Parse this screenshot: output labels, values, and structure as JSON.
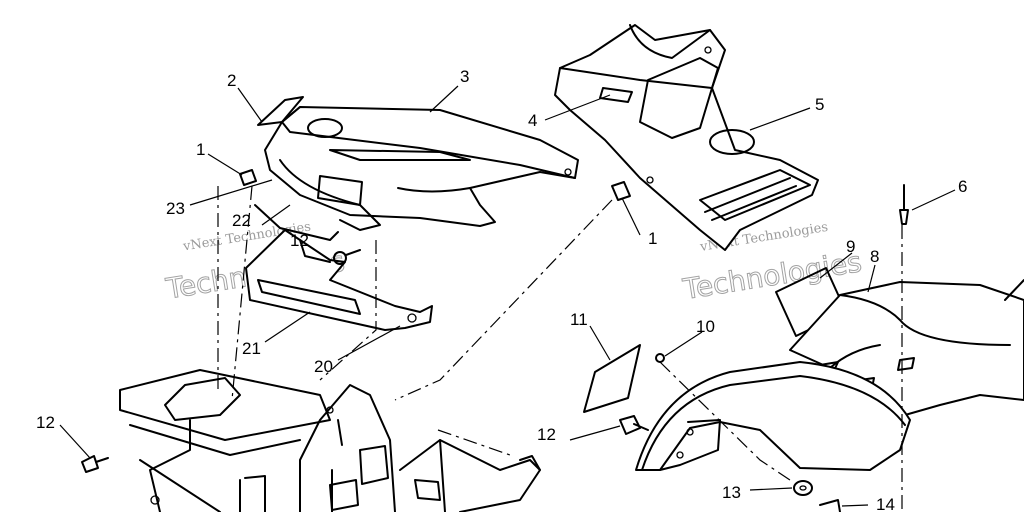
{
  "callouts": {
    "c1a": "1",
    "c2": "2",
    "c3": "3",
    "c4": "4",
    "c5": "5",
    "c23": "23",
    "c22": "22",
    "c12a": "12",
    "c1b": "1",
    "c6": "6",
    "c9": "9",
    "c8": "8",
    "c21": "21",
    "c20": "20",
    "c11": "11",
    "c10": "10",
    "c12b": "12",
    "c12c": "12",
    "c13": "13",
    "c14": "14"
  },
  "watermarks": {
    "small": "vNext Technologies",
    "big": "Technologies"
  }
}
